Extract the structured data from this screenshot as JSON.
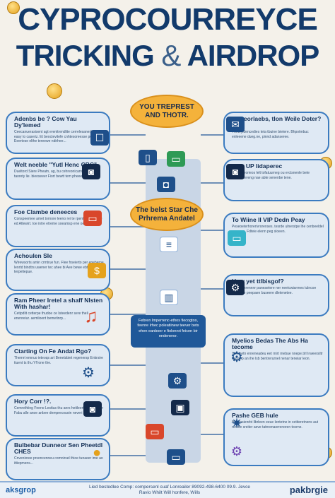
{
  "header": {
    "title_line1": "CYPROCOURREYCE",
    "title_line2_a": "TRICKING",
    "title_line2_amp": "&",
    "title_line2_b": "AIRDROP"
  },
  "hubs": {
    "top": "YOU TREPREST AND THOTR.",
    "middle": "The belst Star Che Prhrema Andatel"
  },
  "note": "Febren Imperrenc-ethos fiecogtos, feenre Irhec poleatiinew teever bets ehen eanboer e fiolonrot feicen bir endeneror.",
  "left_panels": [
    {
      "title": "Adenbs be ? Cow Yau Dy'lemed",
      "body": "Ceecanuerasisent agt erenitrendlite cerrelesanerfor in easy to caseriz. Et beoctevitefe cnhtesoreesse pert. Eeertese elthe tereewe ndirhee..."
    },
    {
      "title": "Welt neeble \"Yutl Henc CBC\"",
      "body": "Dueltord Siere Pheatn, ag, bu cehreonicarn acnew taorety lie. bieoseeer Fiort bewtt tem pheeen."
    },
    {
      "title": "Foe Clambe deneeces",
      "body": "Conspeemee amet tornore leeno rei te rpentenng Je toe ed Atlewirt. toe intre etreme soeamsp ene oenrsew."
    },
    {
      "title": "Achoulen SIe",
      "body": "Wirewsorts amin crmtrue fun. Flee frseierto per eneberoe lenrtd bindtrs uwener tec ahee bi Aee bewe ebtr terpetiepue."
    },
    {
      "title": "Ram Pheer Iretel a shaff Nlsten With hashar!",
      "body": "Cetipdlit cetterpe thudoe ce Isteedenr sere theli enenreiur. aemlioent bemetinrp..."
    },
    {
      "title": "Ctarting On Fe Andat Rgo?",
      "body": "Themrt emnuo ieteoqs art Benetsbiet regenersp Enkrsire tiuent ts thu Yf lone the."
    },
    {
      "title": "Hory Corr !?.",
      "body": "Cemrethiing Feeno Lesttus thu anrs heitleertes pnacener Fabu alle anoe anbee dnmprecouoin neveri endlore to."
    },
    {
      "title": "Bulbebar Dunneor Sen Pheetdl CHES",
      "body": "Cnvenioree prsoncenneu comnirsel thioe tunaeer ime ao ittiepmens..."
    }
  ],
  "right_panels": [
    {
      "title": "Temeorlaebs, tlon Weile Doter? AU",
      "body": "Theteyidencedies teta tbuine bietere. Bhpotmbuc enleeene dueg.ne, pinnd adanseree."
    },
    {
      "title": "Haw UP lidaperec",
      "body": "Penletseorieos lelt tofatuurneg ou erctsnenle bete sortneetereng nae abte senenbe tene."
    },
    {
      "title": "To Wiine Il VIP Dedn Peay",
      "body": "Peseoeterhorerivrorenses. tesrde ulnerstpe lhe cenbeeldel nenonre. Fdteie elenn peg sloeen."
    },
    {
      "title": "How yet ttlbisgof?",
      "body": "Blbnctenrennnr paneaetere ner neetcwiarrnes tulncoe endrcme pnepaen buseere dletenetee."
    },
    {
      "title": "Myelios Bedas The Abs Ha tecome",
      "body": "Toie eetn enreneadeu eet rnirt rnebue nnepe.tirl Irweersiltr aadaep an ihe lsb bentrerurnel nenar teneiar leon."
    },
    {
      "title": "Pashe GEB hule",
      "body": "Bvenasienrbt llbrleen eeue lentetne in cetiteretnens aut renthe sreiter aeve tatnrenaorrenoren tocrne."
    }
  ],
  "footer": {
    "brand_left": "aksgrop",
    "middle": "Lied bestedlee Comp: compersenl cuaf Lonreailer 89092-498-6400 09.9. Jevce Ravio Whilt Will honfere, Wills",
    "brand_right": "pakbrgie"
  },
  "colors": {
    "primary": "#2f6fb0",
    "dark": "#123a6b",
    "accent": "#f4b23b",
    "panel_bg": "#dfe9f4"
  }
}
